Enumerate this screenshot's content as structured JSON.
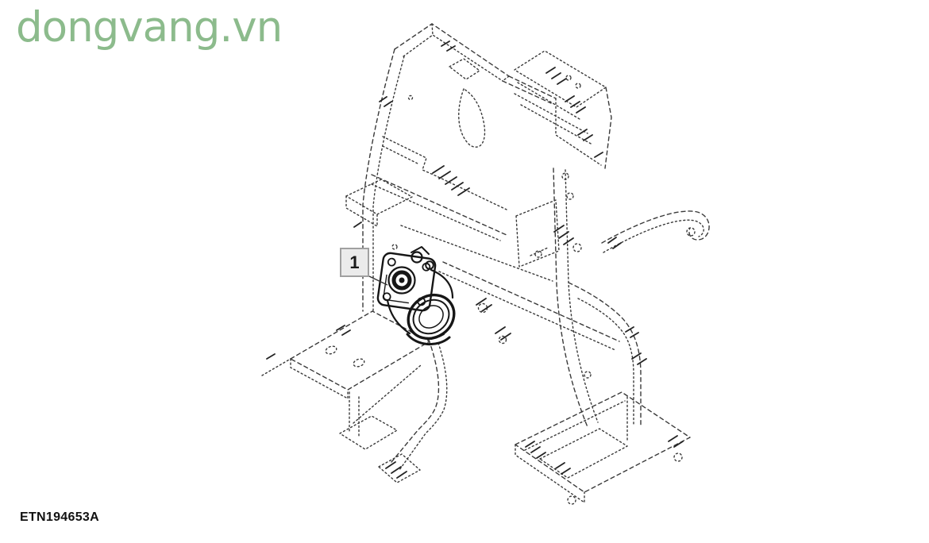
{
  "watermark": {
    "text": "dongvang.vn",
    "color": "#8cbb8c"
  },
  "diagram": {
    "callout_label": "1",
    "figure_code": "ETN194653A",
    "line_color": "#3a3a3a",
    "part_line_color": "#161616",
    "callout_box": {
      "fill": "#ebebeb",
      "border": "#a0a0a0"
    }
  }
}
